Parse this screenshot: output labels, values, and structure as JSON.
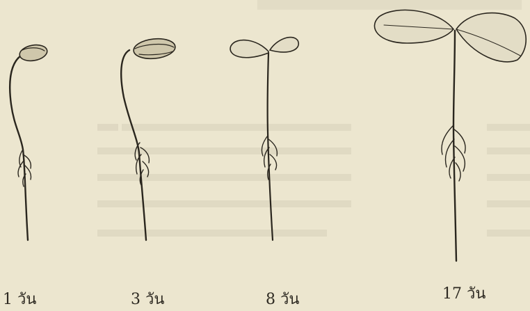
{
  "stages": [
    {
      "label": "1 วัน"
    },
    {
      "label": "3 วัน"
    },
    {
      "label": "8 วัน"
    },
    {
      "label": "17 วัน"
    }
  ],
  "colors": {
    "background": "#ece6cf",
    "ink": "#2a261e"
  }
}
